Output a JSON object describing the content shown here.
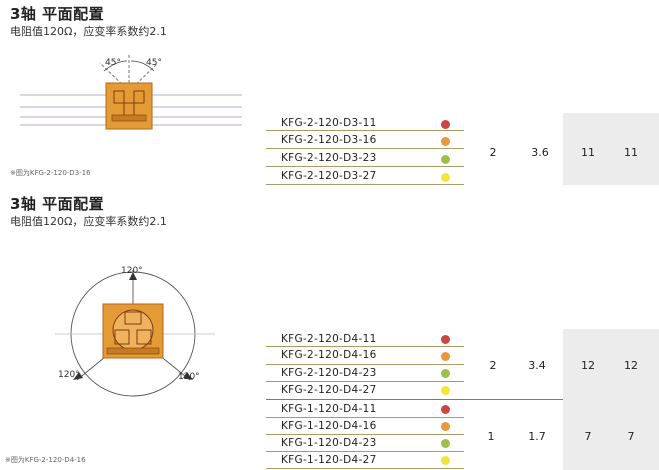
{
  "sections": [
    {
      "title": "3轴 平面配置",
      "subtitle": "电阻值120Ω，应变率系数约2.1",
      "caption": "※图为KFG-2-120-D3-16",
      "angles": [
        "45°",
        "45°"
      ],
      "models": [
        {
          "name": "KFG-2-120-D3-11",
          "color": "#c8473f"
        },
        {
          "name": "KFG-2-120-D3-16",
          "color": "#e8973c"
        },
        {
          "name": "KFG-2-120-D3-23",
          "color": "#9cc04a"
        },
        {
          "name": "KFG-2-120-D3-27",
          "color": "#f3e43c"
        }
      ],
      "values": [
        "2",
        "3.6",
        "11",
        "11"
      ]
    },
    {
      "title": "3轴 平面配置",
      "subtitle": "电阻值120Ω，应变率系数约2.1",
      "caption": "※图为KFG-2-120-D4-16",
      "angles": [
        "120°",
        "120°",
        "120°"
      ],
      "models": [
        {
          "name": "KFG-2-120-D4-11",
          "color": "#c8473f"
        },
        {
          "name": "KFG-2-120-D4-16",
          "color": "#e8973c"
        },
        {
          "name": "KFG-2-120-D4-23",
          "color": "#9cc04a"
        },
        {
          "name": "KFG-2-120-D4-27",
          "color": "#f3e43c"
        },
        {
          "name": "KFG-1-120-D4-11",
          "color": "#c8473f"
        },
        {
          "name": "KFG-1-120-D4-16",
          "color": "#e8973c"
        },
        {
          "name": "KFG-1-120-D4-23",
          "color": "#9cc04a"
        },
        {
          "name": "KFG-1-120-D4-27",
          "color": "#f3e43c"
        }
      ],
      "groups": [
        {
          "values": [
            "2",
            "3.4",
            "12",
            "12"
          ]
        },
        {
          "values": [
            "1",
            "1.7",
            "7",
            "7"
          ]
        }
      ]
    }
  ],
  "colors": {
    "gauge_orange": "#e49a35",
    "gauge_dark": "#b5651d",
    "line_gold": "#aa9a68"
  }
}
